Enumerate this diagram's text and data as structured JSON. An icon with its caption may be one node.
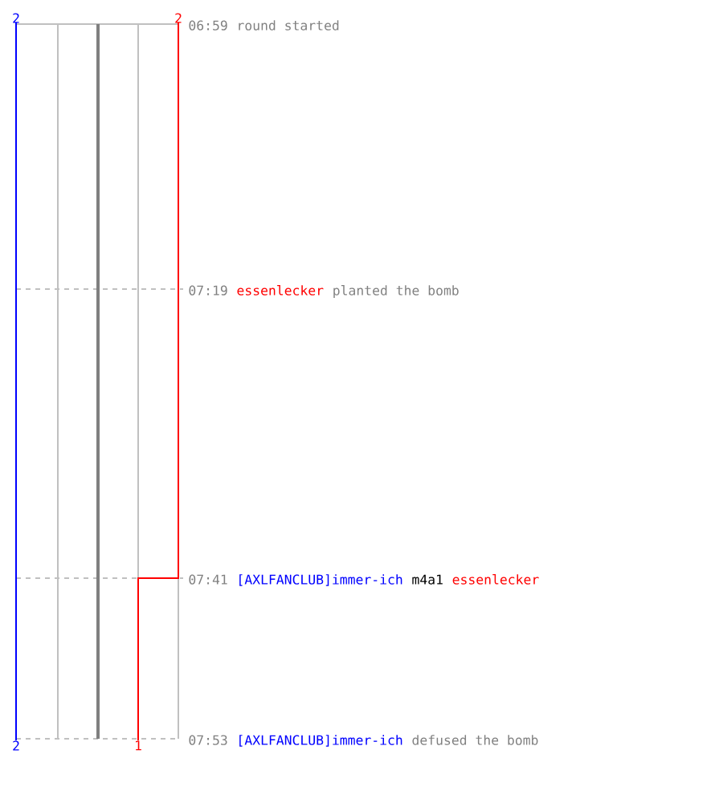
{
  "diagram": {
    "labels": [
      "2",
      "2",
      "06:59",
      "round started",
      "07:19",
      "essenlecker",
      "planted the bomb",
      "07:41",
      "[AXLFANCLUB]immer-ich",
      "m4a1",
      "essenlecker",
      "07:53",
      "[AXLFANCLUB]immer-ich",
      "defused the bomb",
      "2",
      "1"
    ]
  }
}
